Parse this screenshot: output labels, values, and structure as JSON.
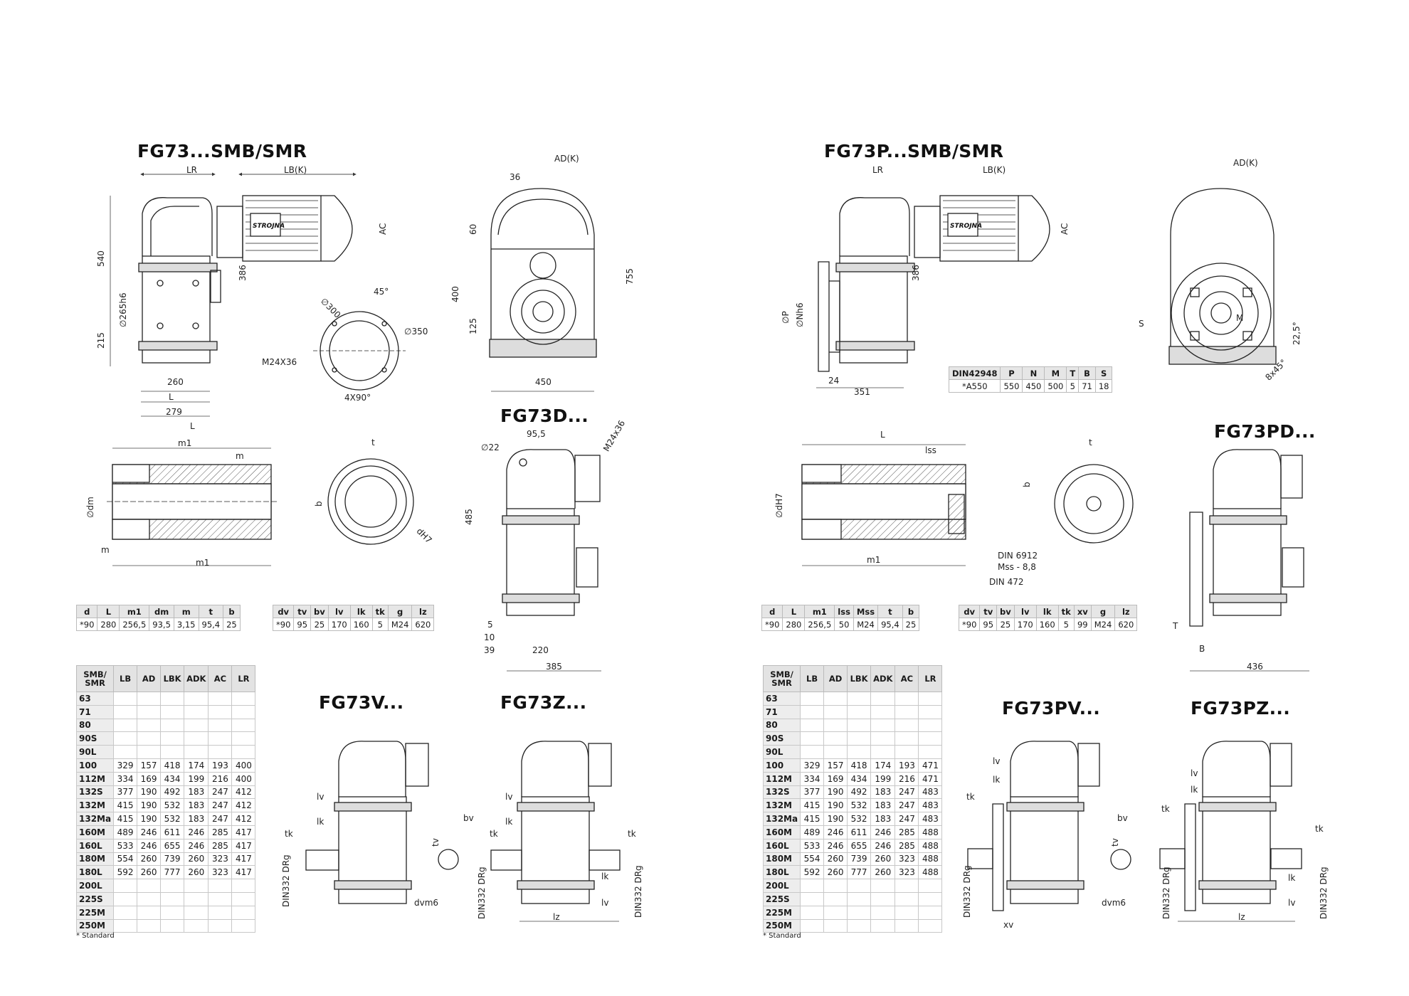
{
  "titles": {
    "fg73": "FG73...SMB/SMR",
    "fg73p": "FG73P...SMB/SMR",
    "fg73d": "FG73D...",
    "fg73pd": "FG73PD...",
    "fg73v": "FG73V...",
    "fg73z": "FG73Z...",
    "fg73pv": "FG73PV...",
    "fg73pz": "FG73PZ..."
  },
  "dims_left": {
    "lr": "LR",
    "lbk": "LB(K)",
    "ac": "AC",
    "adk": "AD(K)",
    "d540": "540",
    "d215": "215",
    "d265h6": "∅265h6",
    "d386": "386",
    "d260": "260",
    "l": "L",
    "d279": "279",
    "d300": "∅300",
    "d45": "45°",
    "d350": "∅350",
    "m24x36": "M24X36",
    "d4x90": "4X90°",
    "d36": "36",
    "d60": "60",
    "d400": "400",
    "d125": "125",
    "d755": "755",
    "d450": "450"
  },
  "dims_right": {
    "lr": "LR",
    "lbk": "LB(K)",
    "ac": "AC",
    "adk": "AD(K)",
    "d386": "386",
    "p": "∅P",
    "nh6": "∅Nh6",
    "d24": "24",
    "d351": "351",
    "s": "S",
    "m": "M",
    "d225": "22,5°",
    "d8x45": "8x45°"
  },
  "hollow_left": {
    "l": "L",
    "m1": "m1",
    "m": "m",
    "dm": "∅dm",
    "t": "t",
    "b": "b",
    "dh7": "dH7"
  },
  "hollow_right": {
    "l": "L",
    "lss": "lss",
    "dh7": "∅dH7",
    "m1": "m1",
    "t": "t",
    "b": "b",
    "din6912": "DIN 6912",
    "mss": "Mss - 8,8",
    "din472": "DIN 472"
  },
  "fg73d_dims": {
    "d955": "95,5",
    "d22": "∅22",
    "m24x36": "M24x36",
    "d485": "485",
    "d5": "5",
    "d10": "10",
    "d39": "39",
    "d220": "220",
    "d385": "385"
  },
  "fg73pd_dims": {
    "t": "T",
    "b": "B",
    "d436": "436"
  },
  "v_dims": {
    "lv": "lv",
    "lk": "lk",
    "tk": "tk",
    "din": "DIN332 DRg",
    "bv": "bv",
    "tv": "tv",
    "dvm6": "dvm6",
    "lz": "lz",
    "xv": "xv"
  },
  "flange_table": {
    "headers": [
      "DIN42948",
      "P",
      "N",
      "M",
      "T",
      "B",
      "S"
    ],
    "row": [
      "*A550",
      "550",
      "450",
      "500",
      "5",
      "71",
      "18"
    ]
  },
  "shaft_table_left": {
    "headers": [
      "d",
      "L",
      "m1",
      "dm",
      "m",
      "t",
      "b"
    ],
    "row": [
      "*90",
      "280",
      "256,5",
      "93,5",
      "3,15",
      "95,4",
      "25"
    ]
  },
  "shaft_table_right": {
    "headers": [
      "d",
      "L",
      "m1",
      "lss",
      "Mss",
      "t",
      "b"
    ],
    "row": [
      "*90",
      "280",
      "256,5",
      "50",
      "M24",
      "95,4",
      "25"
    ]
  },
  "v_table_left": {
    "headers": [
      "dv",
      "tv",
      "bv",
      "lv",
      "lk",
      "tk",
      "g",
      "lz"
    ],
    "row": [
      "*90",
      "95",
      "25",
      "170",
      "160",
      "5",
      "M24",
      "620"
    ]
  },
  "v_table_right": {
    "headers": [
      "dv",
      "tv",
      "bv",
      "lv",
      "lk",
      "tk",
      "xv",
      "g",
      "lz"
    ],
    "row": [
      "*90",
      "95",
      "25",
      "170",
      "160",
      "5",
      "99",
      "M24",
      "620"
    ]
  },
  "motor_table_left": {
    "headers": [
      "SMB/ SMR",
      "LB",
      "AD",
      "LBK",
      "ADK",
      "AC",
      "LR"
    ],
    "rows": [
      [
        "63",
        "",
        "",
        "",
        "",
        "",
        ""
      ],
      [
        "71",
        "",
        "",
        "",
        "",
        "",
        ""
      ],
      [
        "80",
        "",
        "",
        "",
        "",
        "",
        ""
      ],
      [
        "90S",
        "",
        "",
        "",
        "",
        "",
        ""
      ],
      [
        "90L",
        "",
        "",
        "",
        "",
        "",
        ""
      ],
      [
        "100",
        "329",
        "157",
        "418",
        "174",
        "193",
        "400"
      ],
      [
        "112M",
        "334",
        "169",
        "434",
        "199",
        "216",
        "400"
      ],
      [
        "132S",
        "377",
        "190",
        "492",
        "183",
        "247",
        "412"
      ],
      [
        "132M",
        "415",
        "190",
        "532",
        "183",
        "247",
        "412"
      ],
      [
        "132Ma",
        "415",
        "190",
        "532",
        "183",
        "247",
        "412"
      ],
      [
        "160M",
        "489",
        "246",
        "611",
        "246",
        "285",
        "417"
      ],
      [
        "160L",
        "533",
        "246",
        "655",
        "246",
        "285",
        "417"
      ],
      [
        "180M",
        "554",
        "260",
        "739",
        "260",
        "323",
        "417"
      ],
      [
        "180L",
        "592",
        "260",
        "777",
        "260",
        "323",
        "417"
      ],
      [
        "200L",
        "",
        "",
        "",
        "",
        "",
        ""
      ],
      [
        "225S",
        "",
        "",
        "",
        "",
        "",
        ""
      ],
      [
        "225M",
        "",
        "",
        "",
        "",
        "",
        ""
      ],
      [
        "250M",
        "",
        "",
        "",
        "",
        "",
        ""
      ]
    ]
  },
  "motor_table_right": {
    "headers": [
      "SMB/ SMR",
      "LB",
      "AD",
      "LBK",
      "ADK",
      "AC",
      "LR"
    ],
    "rows": [
      [
        "63",
        "",
        "",
        "",
        "",
        "",
        ""
      ],
      [
        "71",
        "",
        "",
        "",
        "",
        "",
        ""
      ],
      [
        "80",
        "",
        "",
        "",
        "",
        "",
        ""
      ],
      [
        "90S",
        "",
        "",
        "",
        "",
        "",
        ""
      ],
      [
        "90L",
        "",
        "",
        "",
        "",
        "",
        ""
      ],
      [
        "100",
        "329",
        "157",
        "418",
        "174",
        "193",
        "471"
      ],
      [
        "112M",
        "334",
        "169",
        "434",
        "199",
        "216",
        "471"
      ],
      [
        "132S",
        "377",
        "190",
        "492",
        "183",
        "247",
        "483"
      ],
      [
        "132M",
        "415",
        "190",
        "532",
        "183",
        "247",
        "483"
      ],
      [
        "132Ma",
        "415",
        "190",
        "532",
        "183",
        "247",
        "483"
      ],
      [
        "160M",
        "489",
        "246",
        "611",
        "246",
        "285",
        "488"
      ],
      [
        "160L",
        "533",
        "246",
        "655",
        "246",
        "285",
        "488"
      ],
      [
        "180M",
        "554",
        "260",
        "739",
        "260",
        "323",
        "488"
      ],
      [
        "180L",
        "592",
        "260",
        "777",
        "260",
        "323",
        "488"
      ],
      [
        "200L",
        "",
        "",
        "",
        "",
        "",
        ""
      ],
      [
        "225S",
        "",
        "",
        "",
        "",
        "",
        ""
      ],
      [
        "225M",
        "",
        "",
        "",
        "",
        "",
        ""
      ],
      [
        "250M",
        "",
        "",
        "",
        "",
        "",
        ""
      ]
    ]
  },
  "footnote": "* Standard",
  "brand": "STROJNA"
}
